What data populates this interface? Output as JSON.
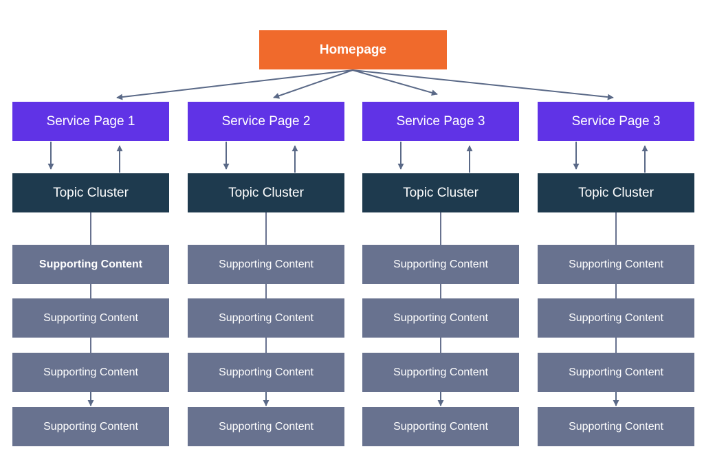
{
  "colors": {
    "homepage": "#F06A2C",
    "service_page": "#6033E6",
    "topic_cluster": "#1E3A4E",
    "supporting_content": "#68728F",
    "arrow": "#5A6987",
    "connector_line": "#68728F",
    "background": "#FFFFFF"
  },
  "homepage": {
    "label": "Homepage"
  },
  "columns": [
    {
      "service_page": "Service Page 1",
      "topic_cluster": "Topic Cluster",
      "supporting": [
        "Supporting Content",
        "Supporting Content",
        "Supporting Content",
        "Supporting Content"
      ]
    },
    {
      "service_page": "Service Page 2",
      "topic_cluster": "Topic Cluster",
      "supporting": [
        "Supporting Content",
        "Supporting Content",
        "Supporting Content",
        "Supporting Content"
      ]
    },
    {
      "service_page": "Service Page 3",
      "topic_cluster": "Topic Cluster",
      "supporting": [
        "Supporting Content",
        "Supporting Content",
        "Supporting Content",
        "Supporting Content"
      ]
    },
    {
      "service_page": "Service Page 3",
      "topic_cluster": "Topic Cluster",
      "supporting": [
        "Supporting Content",
        "Supporting Content",
        "Supporting Content",
        "Supporting Content"
      ]
    }
  ]
}
